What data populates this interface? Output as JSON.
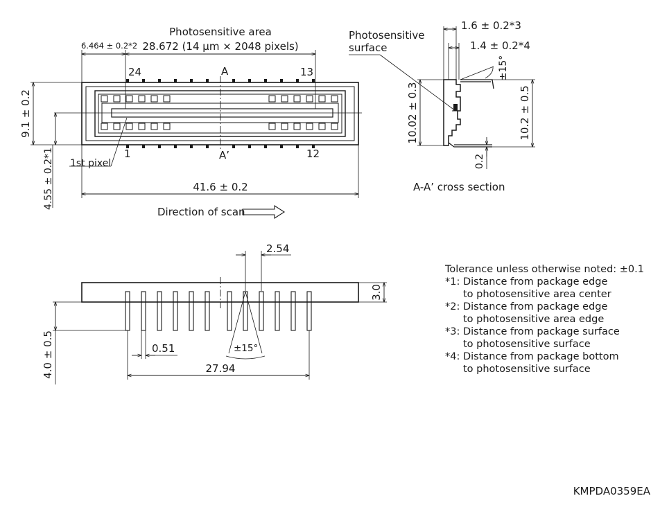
{
  "top_view": {
    "photosensitive_area_label": "Photosensitive area",
    "photosensitive_area_dim": "28.672 (14 µm × 2048 pixels)",
    "edge_dim": "6.464 ± 0.2*2",
    "pin_24": "24",
    "pin_13": "13",
    "pin_1": "1",
    "pin_12": "12",
    "section_a": "A",
    "section_a_prime": "A’",
    "height_dim": "9.1 ± 0.2",
    "center_dim": "4.55 ± 0.2*1",
    "first_pixel": "1st pixel",
    "length_dim": "41.6 ± 0.2",
    "scan_direction": "Direction of scan"
  },
  "cross_section": {
    "surface_label_line1": "Photosensitive",
    "surface_label_line2": "surface",
    "dim_surface": "1.6 ± 0.2*3",
    "dim_bottom": "1.4 ± 0.2*4",
    "angle": "±15°",
    "height_left": "10.02 ± 0.3",
    "height_right": "10.2 ± 0.5",
    "lead_thickness": "0.2",
    "caption": "A-A’ cross section"
  },
  "side_view": {
    "pitch": "2.54",
    "body_height": "3.0",
    "lead_length": "4.0 ± 0.5",
    "lead_width": "0.51",
    "angle": "±15°",
    "span": "27.94"
  },
  "tolerance_notes": {
    "general": "Tolerance unless otherwise noted: ±0.1",
    "n1_a": "*1: Distance from package edge",
    "n1_b": "to photosensitive area center",
    "n2_a": "*2: Distance from package edge",
    "n2_b": "to photosensitive area edge",
    "n3_a": "*3: Distance from package surface",
    "n3_b": "to photosensitive surface",
    "n4_a": "*4: Distance from package bottom",
    "n4_b": "to photosensitive surface"
  },
  "drawing_code": "KMPDA0359EA"
}
